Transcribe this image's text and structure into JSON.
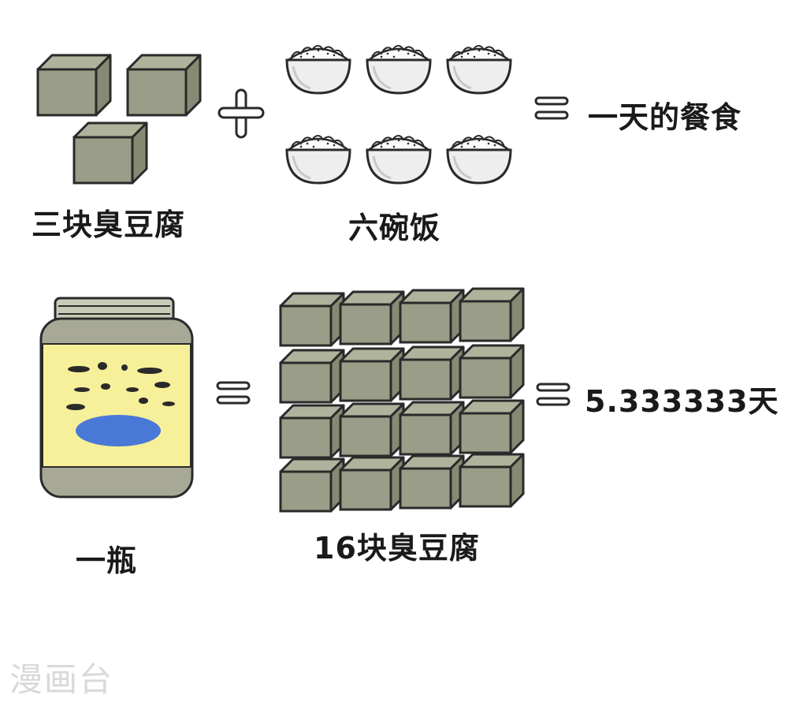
{
  "row1": {
    "left_label": "三块臭豆腐",
    "middle_label": "六碗饭",
    "operator_plus": "+",
    "equals": "=",
    "result": "一天的餐食"
  },
  "row2": {
    "left_label": "一瓶",
    "middle_label": "16块臭豆腐",
    "equals_1": "=",
    "equals_2": "=",
    "result": "5.333333天"
  },
  "watermark": "漫画台",
  "colors": {
    "tofu": "#9a9d87",
    "tofu_side": "#868a73",
    "rice_bowl": "#f2f2f2",
    "jar_label": "#f7f09a",
    "jar_glass": "#a7a996",
    "jar_oval": "#4a78d6",
    "outline": "#2a2a2a"
  }
}
